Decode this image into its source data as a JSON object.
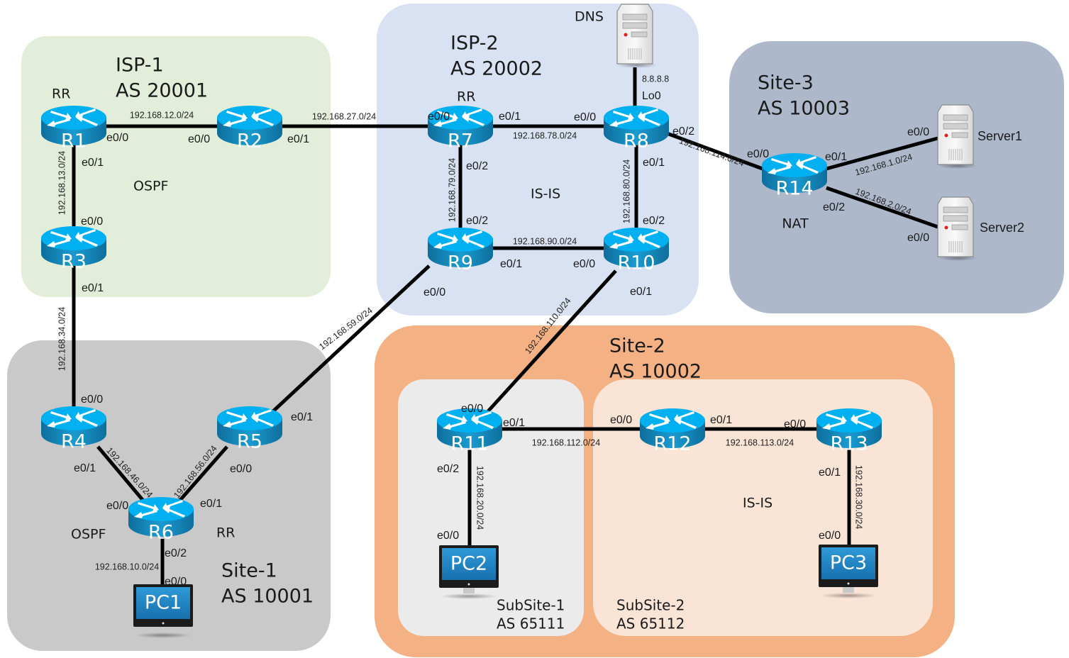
{
  "diagram": {
    "type": "network-topology",
    "colors": {
      "isp1": "#e2eed9",
      "isp2": "#d9e2f2",
      "site3": "#adb8cb",
      "site1": "#c9c9c9",
      "site2": "#f3b184",
      "subsite1": "#ebebeb",
      "subsite2": "#fae4d6",
      "router_top": "#00b0f0",
      "router_side": "#1282b5"
    },
    "zones": [
      {
        "id": "isp1",
        "name": "ISP-1",
        "as": "AS 20001",
        "protocol": "OSPF"
      },
      {
        "id": "isp2",
        "name": "ISP-2",
        "as": "AS 20002",
        "protocol": "IS-IS"
      },
      {
        "id": "site3",
        "name": "Site-3",
        "as": "AS 10003",
        "protocol": ""
      },
      {
        "id": "site1",
        "name": "Site-1",
        "as": "AS 10001",
        "protocol": "OSPF"
      },
      {
        "id": "site2",
        "name": "Site-2",
        "as": "AS 10002",
        "protocol": "IS-IS"
      },
      {
        "id": "subsite1",
        "name": "SubSite-1",
        "as": "AS 65111",
        "protocol": ""
      },
      {
        "id": "subsite2",
        "name": "SubSite-2",
        "as": "AS 65112",
        "protocol": ""
      }
    ],
    "routers": [
      {
        "id": "R1",
        "label": "R1",
        "role": "RR"
      },
      {
        "id": "R2",
        "label": "R2",
        "role": ""
      },
      {
        "id": "R3",
        "label": "R3",
        "role": ""
      },
      {
        "id": "R4",
        "label": "R4",
        "role": ""
      },
      {
        "id": "R5",
        "label": "R5",
        "role": ""
      },
      {
        "id": "R6",
        "label": "R6",
        "role": "RR"
      },
      {
        "id": "R7",
        "label": "R7",
        "role": "RR"
      },
      {
        "id": "R8",
        "label": "R8",
        "role": ""
      },
      {
        "id": "R9",
        "label": "R9",
        "role": ""
      },
      {
        "id": "R10",
        "label": "R10",
        "role": ""
      },
      {
        "id": "R11",
        "label": "R11",
        "role": ""
      },
      {
        "id": "R12",
        "label": "R12",
        "role": ""
      },
      {
        "id": "R13",
        "label": "R13",
        "role": ""
      },
      {
        "id": "R14",
        "label": "R14",
        "role": "NAT"
      }
    ],
    "pcs": [
      {
        "id": "PC1",
        "label": "PC1"
      },
      {
        "id": "PC2",
        "label": "PC2"
      },
      {
        "id": "PC3",
        "label": "PC3"
      }
    ],
    "servers": [
      {
        "id": "DNS",
        "label": "DNS",
        "ip": "8.8.8.8",
        "iface": "Lo0"
      },
      {
        "id": "Server1",
        "label": "Server1"
      },
      {
        "id": "Server2",
        "label": "Server2"
      }
    ],
    "links": [
      {
        "id": "R1-R2",
        "a": "R1",
        "a_if": "e0/0",
        "b": "R2",
        "b_if": "e0/0",
        "net": "192.168.12.0/24"
      },
      {
        "id": "R1-R3",
        "a": "R1",
        "a_if": "e0/1",
        "b": "R3",
        "b_if": "e0/0",
        "net": "192.168.13.0/24"
      },
      {
        "id": "R2-R7",
        "a": "R2",
        "a_if": "e0/1",
        "b": "R7",
        "b_if": "e0/0",
        "net": "192.168.27.0/24"
      },
      {
        "id": "R3-R4",
        "a": "R3",
        "a_if": "e0/1",
        "b": "R4",
        "b_if": "e0/0",
        "net": "192.168.34.0/24"
      },
      {
        "id": "R7-R8",
        "a": "R7",
        "a_if": "e0/1",
        "b": "R8",
        "b_if": "e0/0",
        "net": "192.168.78.0/24"
      },
      {
        "id": "R7-R9",
        "a": "R7",
        "a_if": "e0/2",
        "b": "R9",
        "b_if": "e0/2",
        "net": "192.168.79.0/24"
      },
      {
        "id": "R8-R10",
        "a": "R8",
        "a_if": "e0/1",
        "b": "R10",
        "b_if": "e0/2",
        "net": "192.168.80.0/24"
      },
      {
        "id": "R9-R10",
        "a": "R9",
        "a_if": "e0/1",
        "b": "R10",
        "b_if": "e0/0",
        "net": "192.168.90.0/24"
      },
      {
        "id": "R8-DNS",
        "a": "R8",
        "a_if": "",
        "b": "DNS",
        "b_if": "",
        "net": ""
      },
      {
        "id": "R8-R14",
        "a": "R8",
        "a_if": "e0/2",
        "b": "R14",
        "b_if": "e0/0",
        "net": "192.168.114.0/24"
      },
      {
        "id": "R14-Server1",
        "a": "R14",
        "a_if": "e0/1",
        "b": "Server1",
        "b_if": "e0/0",
        "net": "192.168.1.0/24"
      },
      {
        "id": "R14-Server2",
        "a": "R14",
        "a_if": "e0/2",
        "b": "Server2",
        "b_if": "e0/0",
        "net": "192.168.2.0/24"
      },
      {
        "id": "R9-R5",
        "a": "R9",
        "a_if": "e0/0",
        "b": "R5",
        "b_if": "e0/1",
        "net": "192.168.59.0/24"
      },
      {
        "id": "R10-R11",
        "a": "R10",
        "a_if": "e0/1",
        "b": "R11",
        "b_if": "e0/0",
        "net": "192.168.110.0/24"
      },
      {
        "id": "R4-R6",
        "a": "R4",
        "a_if": "e0/1",
        "b": "R6",
        "b_if": "e0/0",
        "net": "192.168.46.0/24"
      },
      {
        "id": "R5-R6",
        "a": "R5",
        "a_if": "e0/0",
        "b": "R6",
        "b_if": "e0/1",
        "net": "192.168.56.0/24"
      },
      {
        "id": "R6-PC1",
        "a": "R6",
        "a_if": "e0/2",
        "b": "PC1",
        "b_if": "e0/0",
        "net": "192.168.10.0/24"
      },
      {
        "id": "R11-R12",
        "a": "R11",
        "a_if": "e0/1",
        "b": "R12",
        "b_if": "e0/0",
        "net": "192.168.112.0/24"
      },
      {
        "id": "R11-PC2",
        "a": "R11",
        "a_if": "e0/2",
        "b": "PC2",
        "b_if": "e0/0",
        "net": "192.168.20.0/24"
      },
      {
        "id": "R12-R13",
        "a": "R12",
        "a_if": "e0/1",
        "b": "R13",
        "b_if": "e0/0",
        "net": "192.168.113.0/24"
      },
      {
        "id": "R13-PC3",
        "a": "R13",
        "a_if": "e0/1",
        "b": "PC3",
        "b_if": "e0/0",
        "net": "192.168.30.0/24"
      }
    ]
  }
}
